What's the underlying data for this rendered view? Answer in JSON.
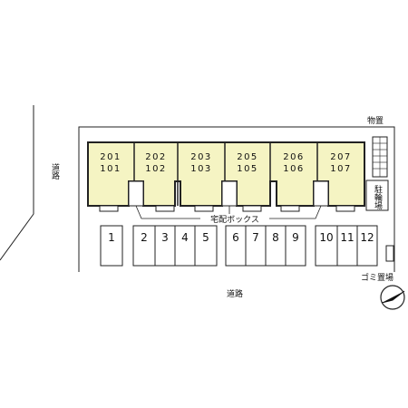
{
  "labels": {
    "road_left": "道路",
    "road_bottom": "道路",
    "storage": "物置",
    "bicycle_parking": "駐輪場",
    "delivery_box": "宅配ボックス",
    "garbage": "ゴミ置場"
  },
  "units": [
    {
      "upper": "201",
      "lower": "101"
    },
    {
      "upper": "202",
      "lower": "102"
    },
    {
      "upper": "203",
      "lower": "103"
    },
    {
      "upper": "205",
      "lower": "105"
    },
    {
      "upper": "206",
      "lower": "106"
    },
    {
      "upper": "207",
      "lower": "107"
    }
  ],
  "parking_spaces": [
    "1",
    "2",
    "3",
    "4",
    "5",
    "6",
    "7",
    "8",
    "9",
    "10",
    "11",
    "12"
  ],
  "compass_icon": "north-arrow-icon",
  "colors": {
    "unit_fill": "#f5f4c3",
    "line": "#222222"
  }
}
